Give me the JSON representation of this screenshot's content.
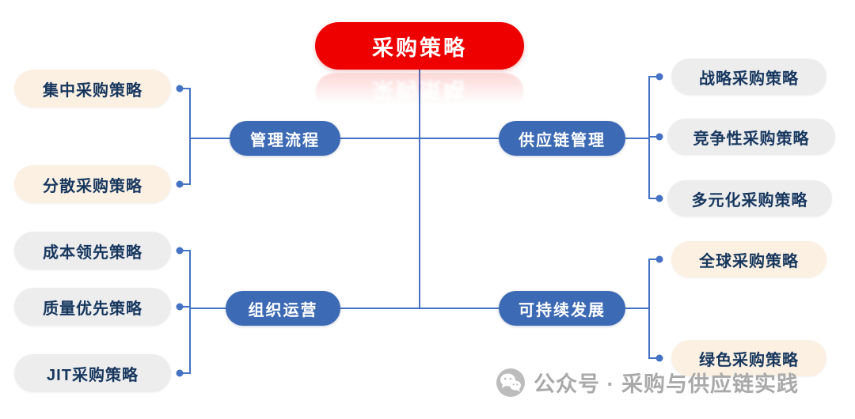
{
  "root": {
    "label": "采购策略"
  },
  "branches": [
    {
      "label": "管理流程",
      "children": [
        "集中采购策略",
        "分散采购策略"
      ]
    },
    {
      "label": "供应链管理",
      "children": [
        "战略采购策略",
        "竞争性采购策略",
        "多元化采购策略"
      ]
    },
    {
      "label": "组织运营",
      "children": [
        "成本领先策略",
        "质量优先策略",
        "JIT采购策略"
      ]
    },
    {
      "label": "可持续发展",
      "children": [
        "全球采购策略",
        "绿色采购策略"
      ]
    }
  ],
  "watermark": {
    "icon": "wechat-icon",
    "text": "公众号 · 采购与供应链实践"
  },
  "colors": {
    "root_red": "#EE0000",
    "branch_blue": "#3D6AB5",
    "leaf_peach": "#FCF0E3",
    "leaf_gray": "#EDEDEE",
    "leaf_text": "#17375E",
    "connector_blue": "#4472C4",
    "watermark_gray": "#A9A9A9"
  }
}
